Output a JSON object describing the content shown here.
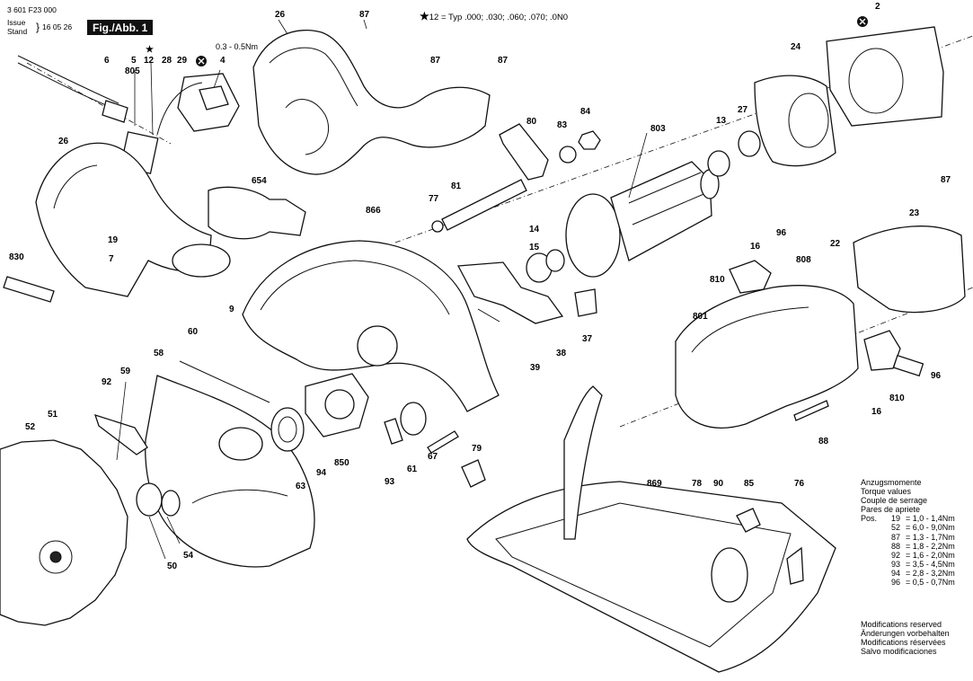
{
  "header": {
    "doc_number": "3 601 F23 000",
    "issue_label": "Issue",
    "stand_label": "Stand",
    "date": "16 05 26",
    "figure_label": "Fig./Abb. 1"
  },
  "type_note": {
    "symbol": "★",
    "ref": "12",
    "text": "= Typ .000; .030; .060; .070; .0N0"
  },
  "callouts": [
    {
      "id": "6",
      "label": "6"
    },
    {
      "id": "5",
      "label": "5"
    },
    {
      "id": "805",
      "label": "805"
    },
    {
      "id": "12",
      "label": "12",
      "starred": true
    },
    {
      "id": "28",
      "label": "28"
    },
    {
      "id": "29",
      "label": "29"
    },
    {
      "id": "4",
      "label": "4"
    },
    {
      "id": "torque-4",
      "label": "0.3 - 0.5Nm"
    },
    {
      "id": "26a",
      "label": "26"
    },
    {
      "id": "87a",
      "label": "87"
    },
    {
      "id": "87b",
      "label": "87"
    },
    {
      "id": "87c",
      "label": "87"
    },
    {
      "id": "2",
      "label": "2"
    },
    {
      "id": "24",
      "label": "24"
    },
    {
      "id": "26b",
      "label": "26"
    },
    {
      "id": "80",
      "label": "80"
    },
    {
      "id": "83",
      "label": "83"
    },
    {
      "id": "84",
      "label": "84"
    },
    {
      "id": "803",
      "label": "803"
    },
    {
      "id": "13",
      "label": "13"
    },
    {
      "id": "27",
      "label": "27"
    },
    {
      "id": "654",
      "label": "654"
    },
    {
      "id": "77",
      "label": "77"
    },
    {
      "id": "81",
      "label": "81"
    },
    {
      "id": "866",
      "label": "866"
    },
    {
      "id": "87d",
      "label": "87"
    },
    {
      "id": "23",
      "label": "23"
    },
    {
      "id": "19",
      "label": "19"
    },
    {
      "id": "7",
      "label": "7"
    },
    {
      "id": "830",
      "label": "830"
    },
    {
      "id": "14",
      "label": "14"
    },
    {
      "id": "15",
      "label": "15"
    },
    {
      "id": "96a",
      "label": "96"
    },
    {
      "id": "16a",
      "label": "16"
    },
    {
      "id": "22",
      "label": "22"
    },
    {
      "id": "808",
      "label": "808"
    },
    {
      "id": "810a",
      "label": "810"
    },
    {
      "id": "9",
      "label": "9"
    },
    {
      "id": "60",
      "label": "60"
    },
    {
      "id": "801",
      "label": "801"
    },
    {
      "id": "37",
      "label": "37"
    },
    {
      "id": "38",
      "label": "38"
    },
    {
      "id": "39",
      "label": "39"
    },
    {
      "id": "58",
      "label": "58"
    },
    {
      "id": "92",
      "label": "92"
    },
    {
      "id": "59",
      "label": "59"
    },
    {
      "id": "96b",
      "label": "96"
    },
    {
      "id": "810b",
      "label": "810"
    },
    {
      "id": "16b",
      "label": "16"
    },
    {
      "id": "52",
      "label": "52"
    },
    {
      "id": "51",
      "label": "51"
    },
    {
      "id": "88",
      "label": "88"
    },
    {
      "id": "79",
      "label": "79"
    },
    {
      "id": "63",
      "label": "63"
    },
    {
      "id": "94",
      "label": "94"
    },
    {
      "id": "850",
      "label": "850"
    },
    {
      "id": "93",
      "label": "93"
    },
    {
      "id": "61",
      "label": "61"
    },
    {
      "id": "67",
      "label": "67"
    },
    {
      "id": "869",
      "label": "869"
    },
    {
      "id": "78",
      "label": "78"
    },
    {
      "id": "90",
      "label": "90"
    },
    {
      "id": "85",
      "label": "85"
    },
    {
      "id": "76",
      "label": "76"
    },
    {
      "id": "50",
      "label": "50"
    },
    {
      "id": "54",
      "label": "54"
    }
  ],
  "torque_table": {
    "titles": [
      "Anzugsmomente",
      "Torque values",
      "Couple de serrage",
      "Pares de apriete"
    ],
    "pos_label": "Pos.",
    "rows": [
      {
        "pos": "19",
        "value": "= 1,0 - 1,4Nm"
      },
      {
        "pos": "52",
        "value": "= 6,0 - 9,0Nm"
      },
      {
        "pos": "87",
        "value": "= 1,3 - 1,7Nm"
      },
      {
        "pos": "88",
        "value": "= 1,8 - 2,2Nm"
      },
      {
        "pos": "92",
        "value": "= 1,6 - 2,0Nm"
      },
      {
        "pos": "93",
        "value": "= 3,5 - 4,5Nm"
      },
      {
        "pos": "94",
        "value": "= 2,8 - 3,2Nm"
      },
      {
        "pos": "96",
        "value": "= 0,5 - 0,7Nm"
      }
    ]
  },
  "modifications": [
    "Modifications reserved",
    "Änderungen vorbehalten",
    "Modifications réservées",
    "Salvo modificaciones"
  ]
}
